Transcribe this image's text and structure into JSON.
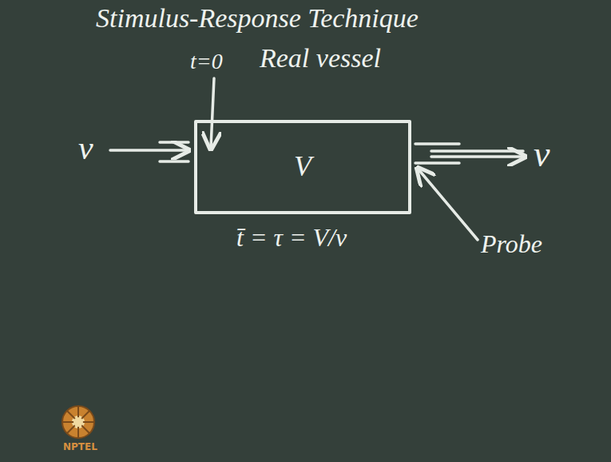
{
  "diagram": {
    "nodes": [
      {
        "text": [
          "Real vessel",
          "V"
        ]
      }
    ],
    "labels": [
      "Stimulus-Response Technique",
      "t=0",
      "v",
      "v",
      "Probe",
      "t̄ = τ = V/v",
      "NPTEL"
    ]
  }
}
